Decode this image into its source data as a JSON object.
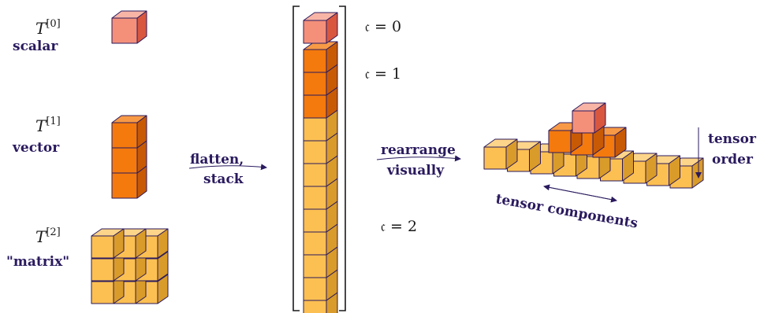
{
  "tensors": [
    {
      "symbol": "T",
      "order": "[0]",
      "name": "scalar"
    },
    {
      "symbol": "T",
      "order": "[1]",
      "name": "vector"
    },
    {
      "symbol": "T",
      "order": "[2]",
      "name": "\"matrix\""
    }
  ],
  "arrows": {
    "flatten_line1": "flatten,",
    "flatten_line2": "stack",
    "rearrange_line1": "rearrange",
    "rearrange_line2": "visually"
  },
  "column_labels": {
    "c0": "𝔠 = 0",
    "c1": "𝔠 = 1",
    "c2": "𝔠 = 2"
  },
  "right_labels": {
    "tensor_order_line1": "tensor",
    "tensor_order_line2": "order",
    "components": "tensor components"
  },
  "colors": {
    "order0_front": "#f4907a",
    "order0_top": "#f8b5a6",
    "order0_side": "#d9573f",
    "order1_front": "#f47a0d",
    "order1_top": "#f89a45",
    "order1_side": "#c85a05",
    "order2_front": "#fcc052",
    "order2_top": "#fdd58a",
    "order2_side": "#d99b2a",
    "edge": "#2a1a5e"
  }
}
